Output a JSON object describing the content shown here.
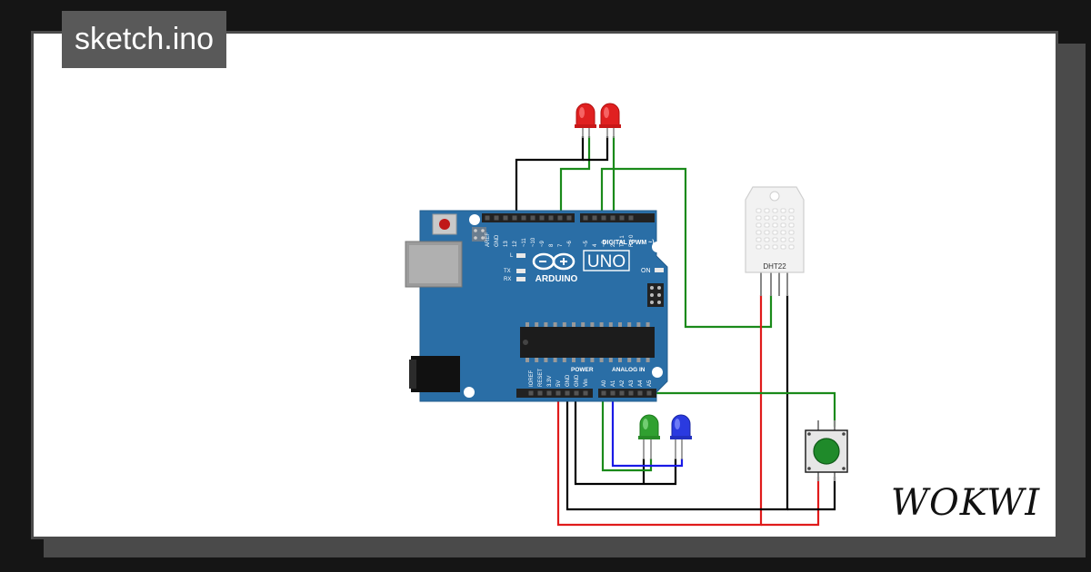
{
  "project": {
    "file_name": "sketch.ino",
    "brand": "WOKWI"
  },
  "board": {
    "name": "UNO",
    "brand": "ARDUINO",
    "digital_header_label": "DIGITAL (PWM ~)",
    "power_label": "POWER",
    "analog_label": "ANALOG IN",
    "on_label": "ON",
    "l_label": "L",
    "tx_label": "TX",
    "rx_label": "RX",
    "digital_pins": [
      "AREF",
      "GND",
      "13",
      "12",
      "~11",
      "~10",
      "~9",
      "8",
      "7",
      "~6",
      "~5",
      "4",
      "~3",
      "2",
      "TX 1",
      "RX 0"
    ],
    "power_pins": [
      "IOREF",
      "RESET",
      "3.3V",
      "5V",
      "GND",
      "GND",
      "Vin"
    ],
    "analog_pins": [
      "A0",
      "A1",
      "A2",
      "A3",
      "A4",
      "A5"
    ]
  },
  "sensor": {
    "label": "DHT22"
  },
  "colors": {
    "board": "#2a6ea6",
    "wire_black": "#000000",
    "wire_green": "#1a8a1a",
    "wire_red": "#e01b1b",
    "wire_blue": "#1a1ae6",
    "led_red": "#e02020",
    "led_green": "#30a030",
    "led_blue": "#2a3ae0",
    "button_cap": "#1f8a2a"
  }
}
